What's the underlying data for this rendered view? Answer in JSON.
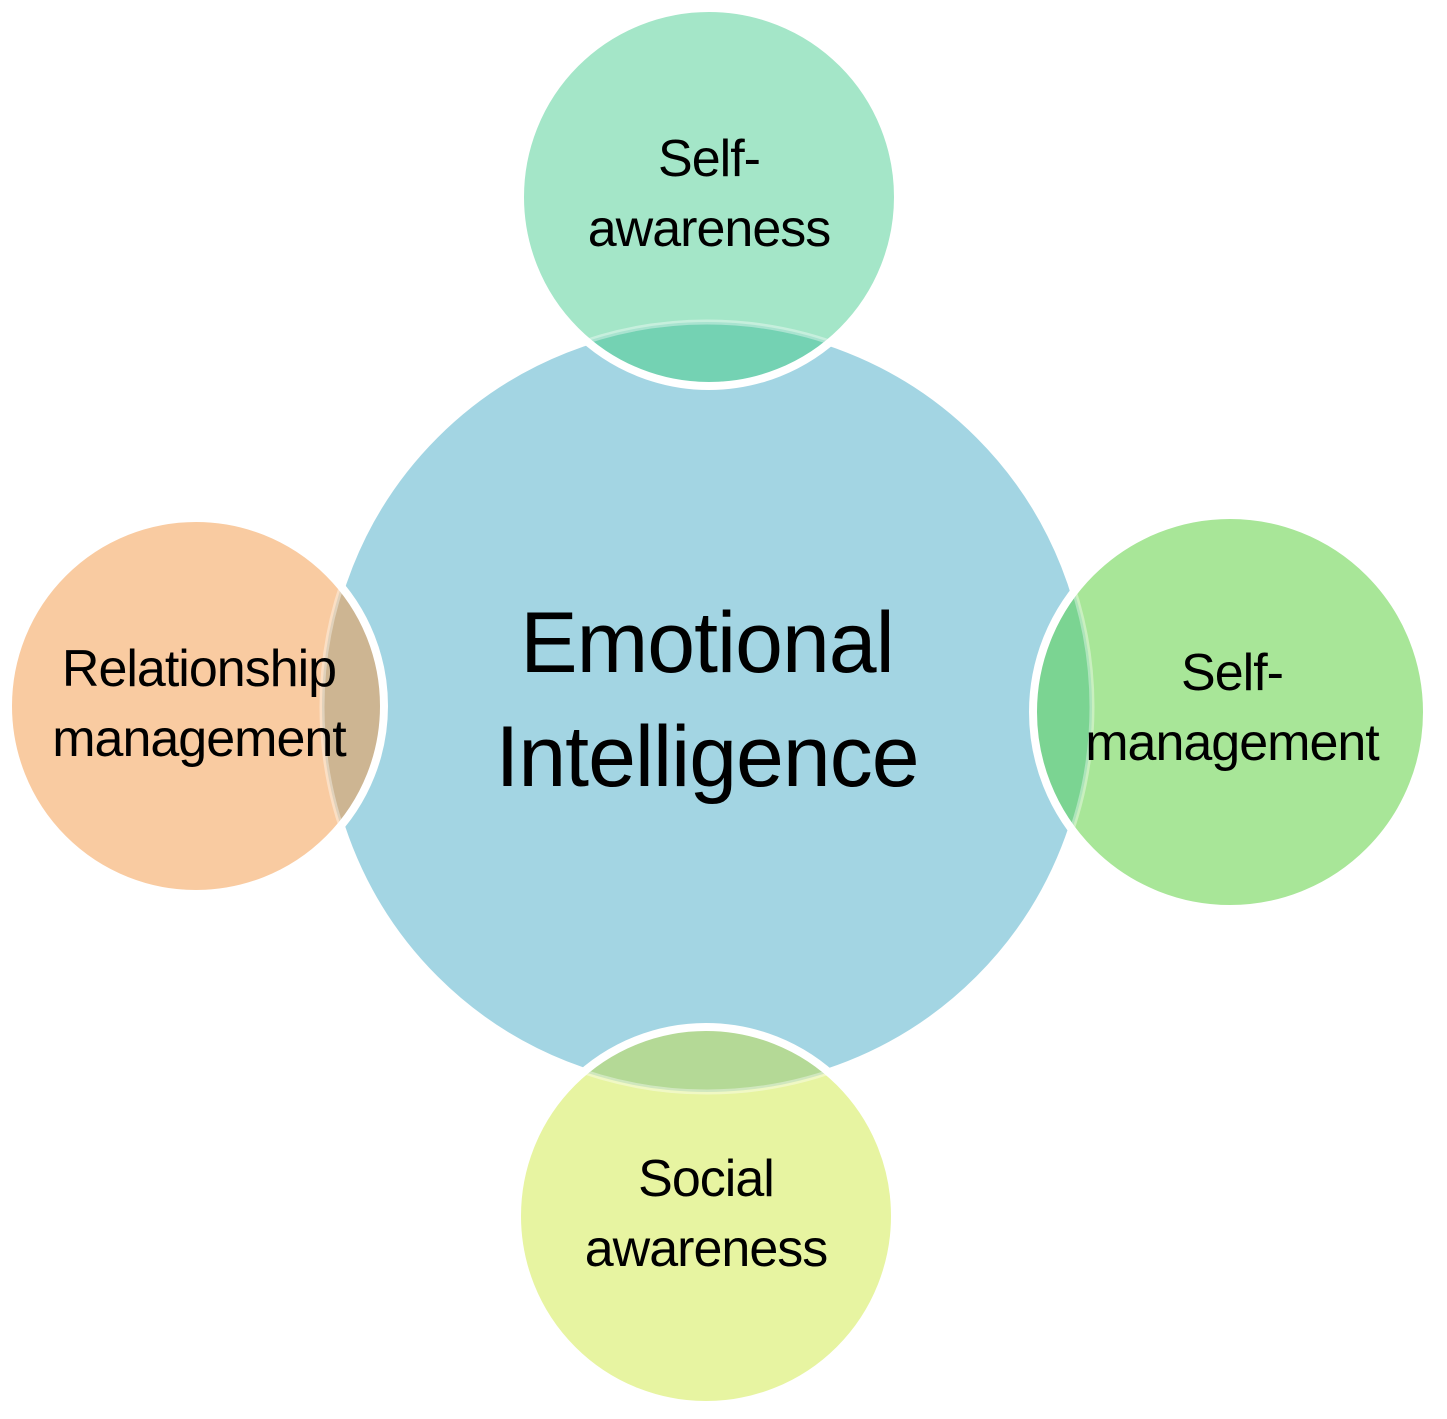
{
  "background_color": "#ffffff",
  "text_color": "#000000",
  "diagram": {
    "type": "radial-overlapping-circles",
    "center": {
      "id": "emotional-intelligence",
      "line1": "Emotional",
      "line2": "Intelligence",
      "color": "#a3d5e3"
    },
    "nodes": [
      {
        "id": "self-awareness",
        "position": "top",
        "line1": "Self-",
        "line2": "awareness",
        "color": "#a4e6c8",
        "overlap_color": "#74d2b3"
      },
      {
        "id": "self-management",
        "position": "right",
        "line1": "Self-",
        "line2": "management",
        "color": "#a8e698",
        "overlap_color": "#7bd492"
      },
      {
        "id": "social-awareness",
        "position": "bottom",
        "line1": "Social",
        "line2": "awareness",
        "color": "#e7f4a1",
        "overlap_color": "#b4d996"
      },
      {
        "id": "relationship-management",
        "position": "left",
        "line1": "Relationship",
        "line2": "management",
        "color": "#f9cba1",
        "overlap_color": "#cdb592"
      }
    ]
  }
}
